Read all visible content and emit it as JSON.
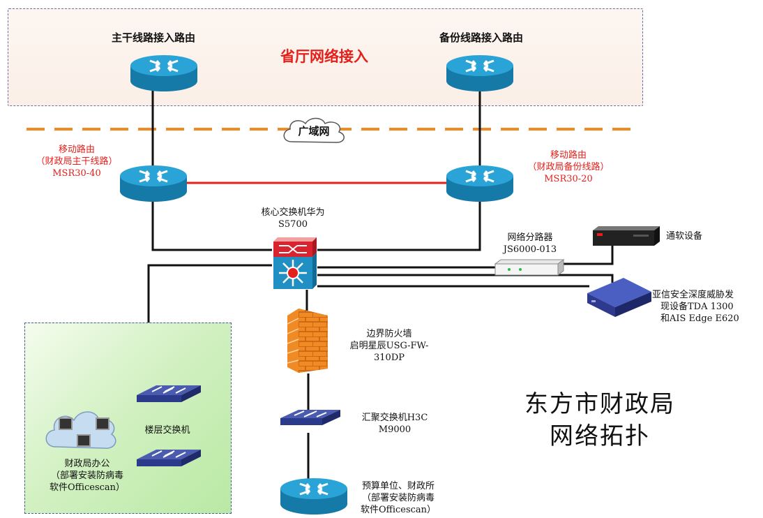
{
  "zones": {
    "province_access": "省厅网络接入",
    "wan": "广域网"
  },
  "nodes": {
    "main_access_router": "主干线路接入路由",
    "backup_access_router": "备份线路接入路由",
    "mobile_router_main": [
      "移动路由",
      "（财政局主干线路）",
      "MSR30-40"
    ],
    "mobile_router_backup": [
      "移动路由",
      "（财政局备份线路）",
      "MSR30-20"
    ],
    "core_switch": [
      "核心交换机华为",
      "S5700"
    ],
    "splitter": [
      "网络分路器",
      "JS6000-013"
    ],
    "tongruan_device": "通软设备",
    "sangfor_device": [
      "亚信安全深度威胁发",
      "现设备TDA 1300",
      "和AIS Edge E620"
    ],
    "firewall": [
      "边界防火墙",
      "启明星辰USG-FW-",
      "310DP"
    ],
    "aggregation_switch": [
      "汇聚交换机H3C",
      "M9000"
    ],
    "floor_switch": "楼层交换机",
    "office": [
      "财政局办公",
      "（部署安装防病毒",
      "软件Officescan）"
    ],
    "budget_units": [
      "预算单位、财政所",
      "（部署安装防病毒",
      "软件Officescan）"
    ]
  },
  "diagram_title": [
    "东方市财政局",
    "网络拓扑"
  ],
  "colors": {
    "router_blue": "#1f8fc4",
    "wan_dash": "#f08a24",
    "red_link": "#e3201b",
    "core_red": "#d9232e",
    "firewall_orange": "#f08a24",
    "switch_navy": "#2c3a8c",
    "office_green": "#d7f2c8"
  },
  "icons": [
    "router-icon",
    "core-switch-icon",
    "firewall-icon",
    "switch-icon",
    "cloud-icon",
    "splitter-icon",
    "appliance-icon",
    "pc-icon"
  ]
}
